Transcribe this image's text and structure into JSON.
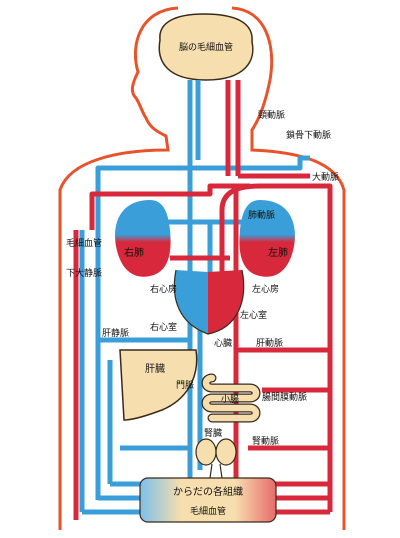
{
  "colors": {
    "body_outline": "#e8532b",
    "artery": "#d8283c",
    "vein": "#3a9fd8",
    "organ_fill": "#f6deae",
    "organ_stroke": "#3a2a1a",
    "lung_blue": "#3a9fd8",
    "lung_red": "#d8283c",
    "background": "#ffffff"
  },
  "labels": {
    "brain_capillaries": "脳の毛細血管",
    "carotid_artery": "頸動脈",
    "subclavian_artery": "鎖骨下動脈",
    "aorta": "大動脈",
    "pulmonary_artery": "肺動脈",
    "lung_capillaries": "毛細血管",
    "right_lung": "右肺",
    "left_lung": "左肺",
    "inferior_vena_cava": "下大静脈",
    "right_atrium": "右心房",
    "left_atrium": "左心房",
    "right_ventricle": "右心室",
    "left_ventricle": "左心室",
    "heart": "心臓",
    "hepatic_vein": "肝静脈",
    "hepatic_artery": "肝動脈",
    "liver": "肝臓",
    "portal_vein": "門脈",
    "small_intestine": "小腸",
    "mesenteric_artery": "腸間膜動脈",
    "kidney": "腎臓",
    "renal_artery": "腎動脈",
    "body_tissues": "からだの各組織",
    "body_capillaries": "毛細血管"
  }
}
